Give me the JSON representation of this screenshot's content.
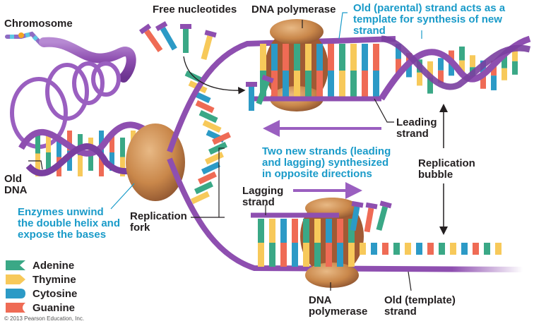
{
  "figure": {
    "labels": {
      "chromosome": "Chromosome",
      "free_nucleotides": "Free nucleotides",
      "dna_polymerase_top": "DNA polymerase",
      "template_note": "Old (parental) strand acts as a\ntemplate for synthesis of new\nstrand",
      "leading_strand": "Leading\nstrand",
      "two_new_strands": "Two new strands (leading\nand lagging) synthesized\nin opposite directions",
      "replication_bubble": "Replication\nbubble",
      "lagging_strand": "Lagging\nstrand",
      "old_dna": "Old\nDNA",
      "enzymes_unwind": "Enzymes unwind\nthe double helix and\nexpose the bases",
      "replication_fork": "Replication\nfork",
      "dna_polymerase_bottom": "DNA\npolymerase",
      "old_template_strand": "Old (template)\nstrand"
    },
    "legend": [
      {
        "name": "Adenine",
        "shape": "notch",
        "color": "#3aa886"
      },
      {
        "name": "Thymine",
        "shape": "point",
        "color": "#f7c95a"
      },
      {
        "name": "Cytosine",
        "shape": "round",
        "color": "#2c9ac6"
      },
      {
        "name": "Guanine",
        "shape": "cup",
        "color": "#ef6b55"
      }
    ],
    "colors": {
      "backbone": "#8e4fb0",
      "polymerase": "#c9874a",
      "helicase": "#b57a4a",
      "callout_text": "#1a9bc9",
      "label_text": "#231f20"
    },
    "copyright": "© 2013 Pearson Education, Inc."
  }
}
